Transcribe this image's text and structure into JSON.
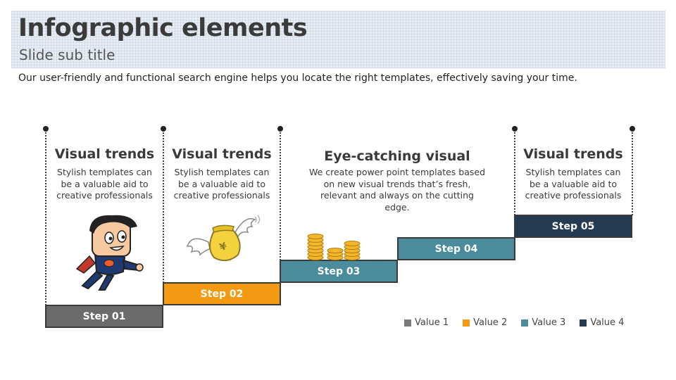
{
  "header": {
    "title": "Infographic elements",
    "subtitle": "Slide sub title",
    "description": "Our user-friendly and functional search engine helps you locate the right templates, effectively saving your time."
  },
  "stages": [
    {
      "title": "Visual trends",
      "text": "Stylish templates can be a valuable aid to creative professionals"
    },
    {
      "title": "Visual trends",
      "text": "Stylish templates can be a valuable aid to creative professionals"
    },
    {
      "title": "Eye-catching visual",
      "text": "We create power point templates based on new visual trends that’s fresh, relevant and always on the cutting edge."
    },
    {
      "title": "Visual trends",
      "text": "Stylish templates can be a valuable aid to creative professionals"
    }
  ],
  "steps": [
    {
      "label": "Step 01",
      "color": "#6b6b6b"
    },
    {
      "label": "Step 02",
      "color": "#f39a12"
    },
    {
      "label": "Step 03",
      "color": "#4a8b9c"
    },
    {
      "label": "Step 04",
      "color": "#4a8b9c"
    },
    {
      "label": "Step 05",
      "color": "#243b52"
    }
  ],
  "legend": [
    {
      "label": "Value 1",
      "color": "#7a7a7a"
    },
    {
      "label": "Value 2",
      "color": "#f39a12"
    },
    {
      "label": "Value 3",
      "color": "#4a8b9c"
    },
    {
      "label": "Value 4",
      "color": "#243b52"
    }
  ],
  "illustrations": [
    "flying-businessman-illustration",
    "flying-money-bag-illustration",
    "coin-stacks-illustration"
  ]
}
